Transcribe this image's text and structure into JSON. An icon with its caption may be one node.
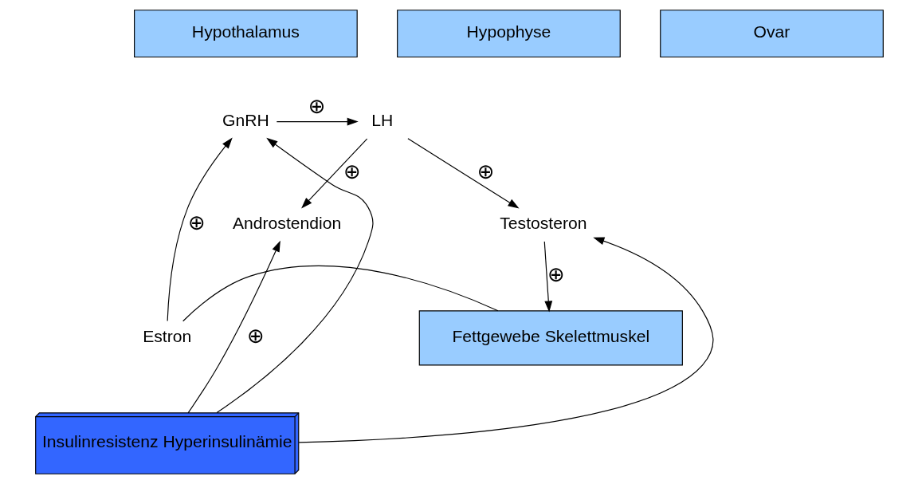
{
  "diagram": {
    "nodes": [
      {
        "text": [
          "Hypothalamus"
        ]
      },
      {
        "text": [
          "Hypophyse"
        ]
      },
      {
        "text": [
          "Ovar"
        ]
      },
      {
        "text": [
          "GnRH"
        ]
      },
      {
        "text": [
          "LH"
        ]
      },
      {
        "text": [
          "Androstendion"
        ]
      },
      {
        "text": [
          "Testosteron"
        ]
      },
      {
        "text": [
          "Estron"
        ]
      },
      {
        "text": [
          "Fettgewebe Skelettmuskel"
        ]
      },
      {
        "text": [
          "Insulinresistenz Hyperinsulinämie"
        ]
      }
    ],
    "edges": [
      {
        "from": 3,
        "to": 4,
        "arrow": "to",
        "label": "⊕"
      },
      {
        "from": 4,
        "to": 5,
        "arrow": "to",
        "label": "⊕"
      },
      {
        "from": 4,
        "to": 6,
        "arrow": "to",
        "label": "⊕"
      },
      {
        "from": 6,
        "to": 8,
        "arrow": "to",
        "label": "⊕"
      },
      {
        "from": 9,
        "to": 5,
        "arrow": "to",
        "label": "⊕"
      },
      {
        "from": 9,
        "to": 6,
        "arrow": "to"
      },
      {
        "from": 8,
        "to": 7,
        "arrow": "none"
      },
      {
        "from": 7,
        "to": 3,
        "arrow": "to",
        "label": "⊕"
      },
      {
        "from": 9,
        "to": 3,
        "arrow": "to"
      }
    ]
  }
}
